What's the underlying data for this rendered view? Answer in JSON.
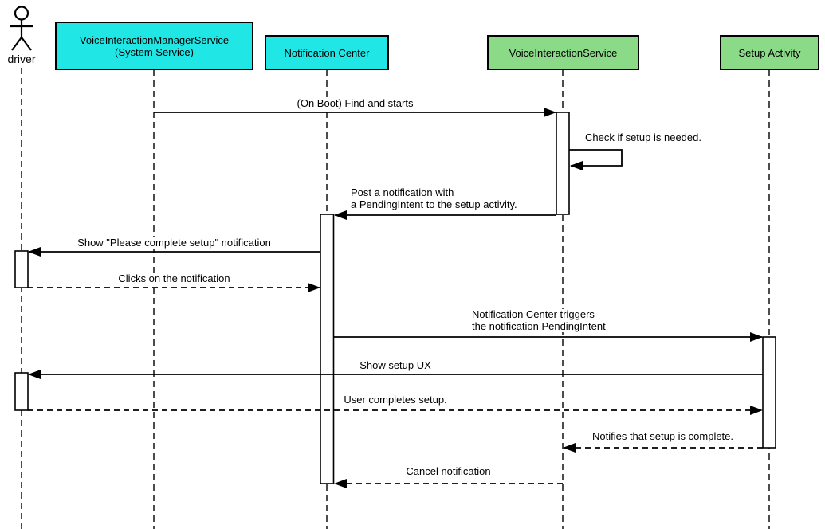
{
  "colors": {
    "cyan": "#20e6e6",
    "green": "#8bda88",
    "bg": "#ffffff",
    "line": "#000000"
  },
  "actor": {
    "label": "driver"
  },
  "participants": [
    {
      "id": "voice-interaction-manager-service",
      "label": "VoiceInteractionManagerService\n(System Service)",
      "color": "cyan"
    },
    {
      "id": "notification-center",
      "label": "Notification Center",
      "color": "cyan"
    },
    {
      "id": "voice-interaction-service",
      "label": "VoiceInteractionService",
      "color": "green"
    },
    {
      "id": "setup-activity",
      "label": "Setup Activity",
      "color": "green"
    }
  ],
  "messages": [
    {
      "from": "VoiceInteractionManagerService",
      "to": "VoiceInteractionService",
      "style": "solid",
      "label": "(On Boot) Find and starts"
    },
    {
      "from": "VoiceInteractionService",
      "to": "VoiceInteractionService",
      "style": "solid-self",
      "label": "Check if setup is needed."
    },
    {
      "from": "VoiceInteractionService",
      "to": "Notification Center",
      "style": "solid",
      "label": "Post a notification with\na PendingIntent to the setup activity."
    },
    {
      "from": "Notification Center",
      "to": "driver",
      "style": "solid",
      "label": "Show \"Please complete setup\" notification"
    },
    {
      "from": "driver",
      "to": "Notification Center",
      "style": "dashed",
      "label": "Clicks on the notification"
    },
    {
      "from": "Notification Center",
      "to": "Setup Activity",
      "style": "solid",
      "label": "Notification Center triggers\nthe notification PendingIntent"
    },
    {
      "from": "Setup Activity",
      "to": "driver",
      "style": "solid",
      "label": "Show setup UX"
    },
    {
      "from": "driver",
      "to": "Setup Activity",
      "style": "dashed",
      "label": "User completes setup."
    },
    {
      "from": "Setup Activity",
      "to": "VoiceInteractionService",
      "style": "dashed",
      "label": "Notifies that setup is complete."
    },
    {
      "from": "VoiceInteractionService",
      "to": "Notification Center",
      "style": "dashed",
      "label": "Cancel notification"
    }
  ]
}
